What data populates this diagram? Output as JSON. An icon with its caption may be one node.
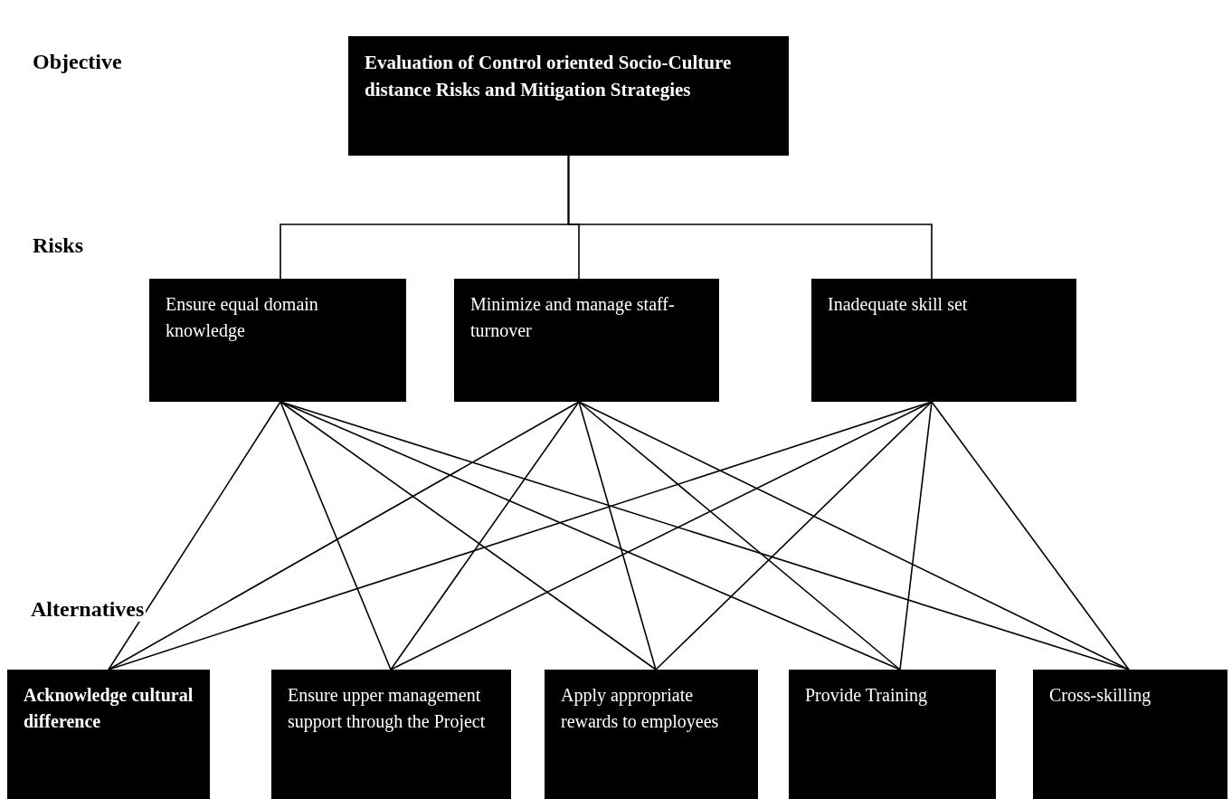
{
  "diagram": {
    "nodes": [
      {
        "text": [
          "Evaluation of Control oriented Socio-Culture distance Risks and Mitigation Strategies"
        ]
      },
      {
        "text": [
          "Ensure equal domain knowledge"
        ]
      },
      {
        "text": [
          "Minimize and manage staff- turnover"
        ]
      },
      {
        "text": [
          "Inadequate skill set"
        ]
      },
      {
        "text": [
          "Acknowledge cultural difference"
        ]
      },
      {
        "text": [
          "Ensure upper management support through the Project"
        ]
      },
      {
        "text": [
          "Apply appropriate rewards to employees"
        ]
      },
      {
        "text": [
          "Provide Training"
        ]
      },
      {
        "text": [
          "Cross-skilling"
        ]
      }
    ],
    "edges": [
      {
        "from": 0,
        "to": 1,
        "arrow": "none"
      },
      {
        "from": 0,
        "to": 2,
        "arrow": "none"
      },
      {
        "from": 0,
        "to": 3,
        "arrow": "none"
      },
      {
        "from": 1,
        "to": 4,
        "arrow": "none"
      },
      {
        "from": 1,
        "to": 5,
        "arrow": "none"
      },
      {
        "from": 1,
        "to": 6,
        "arrow": "none"
      },
      {
        "from": 1,
        "to": 7,
        "arrow": "none"
      },
      {
        "from": 1,
        "to": 8,
        "arrow": "none"
      },
      {
        "from": 2,
        "to": 4,
        "arrow": "none"
      },
      {
        "from": 2,
        "to": 5,
        "arrow": "none"
      },
      {
        "from": 2,
        "to": 6,
        "arrow": "none"
      },
      {
        "from": 2,
        "to": 7,
        "arrow": "none"
      },
      {
        "from": 2,
        "to": 8,
        "arrow": "none"
      },
      {
        "from": 3,
        "to": 4,
        "arrow": "none"
      },
      {
        "from": 3,
        "to": 5,
        "arrow": "none"
      },
      {
        "from": 3,
        "to": 6,
        "arrow": "none"
      },
      {
        "from": 3,
        "to": 7,
        "arrow": "none"
      },
      {
        "from": 3,
        "to": 8,
        "arrow": "none"
      }
    ],
    "labels": [
      "Objective",
      "Risks",
      "Alternatives"
    ]
  }
}
